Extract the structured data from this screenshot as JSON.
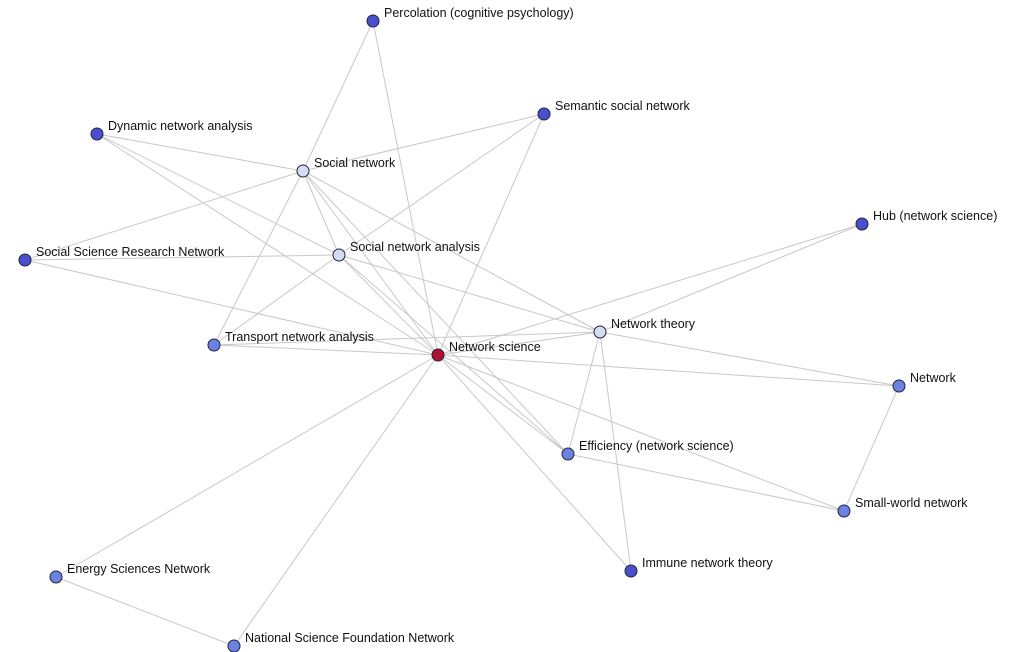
{
  "graph": {
    "colors": {
      "edge": "#c8c8c8",
      "center": "#b0102c",
      "hub": "#d4dcf0",
      "linked": "#6b82e0",
      "leaf": "#4a50cc",
      "outline": "#222244"
    },
    "nodes": [
      {
        "id": "network-science",
        "label": "Network science",
        "kind": "center"
      },
      {
        "id": "percolation",
        "label": "Percolation (cognitive psychology)",
        "kind": "leaf"
      },
      {
        "id": "semantic-social-network",
        "label": "Semantic social network",
        "kind": "leaf"
      },
      {
        "id": "dynamic-network-analysis",
        "label": "Dynamic network analysis",
        "kind": "leaf"
      },
      {
        "id": "social-network",
        "label": "Social network",
        "kind": "hub"
      },
      {
        "id": "hub-network-science",
        "label": "Hub (network science)",
        "kind": "leaf"
      },
      {
        "id": "social-science-research-network",
        "label": "Social Science Research Network",
        "kind": "leaf"
      },
      {
        "id": "social-network-analysis",
        "label": "Social network analysis",
        "kind": "hub"
      },
      {
        "id": "network-theory",
        "label": "Network theory",
        "kind": "hub"
      },
      {
        "id": "transport-network-analysis",
        "label": "Transport network analysis",
        "kind": "linked"
      },
      {
        "id": "network",
        "label": "Network",
        "kind": "linked"
      },
      {
        "id": "efficiency-network-science",
        "label": "Efficiency (network science)",
        "kind": "linked"
      },
      {
        "id": "small-world-network",
        "label": "Small-world network",
        "kind": "linked"
      },
      {
        "id": "energy-sciences-network",
        "label": "Energy Sciences Network",
        "kind": "linked"
      },
      {
        "id": "immune-network-theory",
        "label": "Immune network theory",
        "kind": "leaf"
      },
      {
        "id": "national-science-foundation-network",
        "label": "National Science Foundation Network",
        "kind": "linked"
      }
    ],
    "edges": [
      [
        "network-science",
        "percolation"
      ],
      [
        "network-science",
        "semantic-social-network"
      ],
      [
        "network-science",
        "dynamic-network-analysis"
      ],
      [
        "network-science",
        "social-network"
      ],
      [
        "network-science",
        "social-science-research-network"
      ],
      [
        "network-science",
        "social-network-analysis"
      ],
      [
        "network-science",
        "network-theory"
      ],
      [
        "network-science",
        "transport-network-analysis"
      ],
      [
        "network-science",
        "hub-network-science"
      ],
      [
        "network-science",
        "network"
      ],
      [
        "network-science",
        "efficiency-network-science"
      ],
      [
        "network-science",
        "small-world-network"
      ],
      [
        "network-science",
        "energy-sciences-network"
      ],
      [
        "network-science",
        "immune-network-theory"
      ],
      [
        "network-science",
        "national-science-foundation-network"
      ],
      [
        "percolation",
        "social-network"
      ],
      [
        "semantic-social-network",
        "social-network"
      ],
      [
        "semantic-social-network",
        "social-network-analysis"
      ],
      [
        "dynamic-network-analysis",
        "social-network"
      ],
      [
        "dynamic-network-analysis",
        "social-network-analysis"
      ],
      [
        "social-network",
        "social-science-research-network"
      ],
      [
        "social-network",
        "social-network-analysis"
      ],
      [
        "social-network",
        "transport-network-analysis"
      ],
      [
        "social-network",
        "network-theory"
      ],
      [
        "social-network",
        "efficiency-network-science"
      ],
      [
        "social-science-research-network",
        "social-network-analysis"
      ],
      [
        "social-network-analysis",
        "transport-network-analysis"
      ],
      [
        "social-network-analysis",
        "network-theory"
      ],
      [
        "social-network-analysis",
        "efficiency-network-science"
      ],
      [
        "network-theory",
        "hub-network-science"
      ],
      [
        "network-theory",
        "network"
      ],
      [
        "network-theory",
        "efficiency-network-science"
      ],
      [
        "network-theory",
        "immune-network-theory"
      ],
      [
        "network-theory",
        "transport-network-analysis"
      ],
      [
        "network",
        "small-world-network"
      ],
      [
        "efficiency-network-science",
        "small-world-network"
      ],
      [
        "energy-sciences-network",
        "national-science-foundation-network"
      ]
    ]
  }
}
